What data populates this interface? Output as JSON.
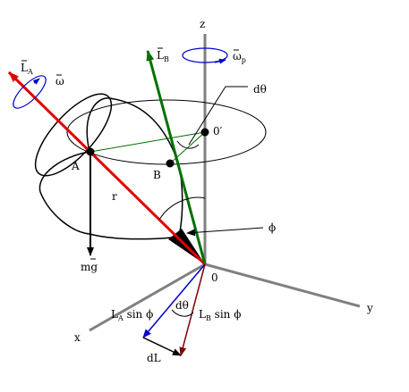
{
  "diagram": {
    "labels": {
      "z": "z",
      "y": "y",
      "x": "x",
      "origin": "0",
      "origin_prime": "0′",
      "point_a": "A",
      "point_b": "B",
      "r": "r",
      "phi": "ϕ",
      "dtheta_top": "dθ",
      "dtheta_bottom": "dθ",
      "dL": "dL",
      "mg": "mg",
      "L_A": "L",
      "L_A_sub": "A",
      "L_B": "L",
      "L_B_sub": "B",
      "omega": "ω",
      "omega_p": "ω",
      "omega_p_sub": "p",
      "LA_sin_phi": "L",
      "LA_sin_phi_sub": "A",
      "LA_sin_phi_rest": " sin ϕ",
      "LB_sin_phi": "L",
      "LB_sin_phi_sub": "B",
      "LB_sin_phi_rest": " sin ϕ"
    },
    "colors": {
      "axis": "#808080",
      "L_A": "#e00000",
      "L_B": "#007000",
      "L_A_projection": "#0000cc",
      "L_B_projection": "#800000",
      "circle": "#000000",
      "omega_arrow": "#0000cc",
      "ink": "#000000"
    }
  }
}
